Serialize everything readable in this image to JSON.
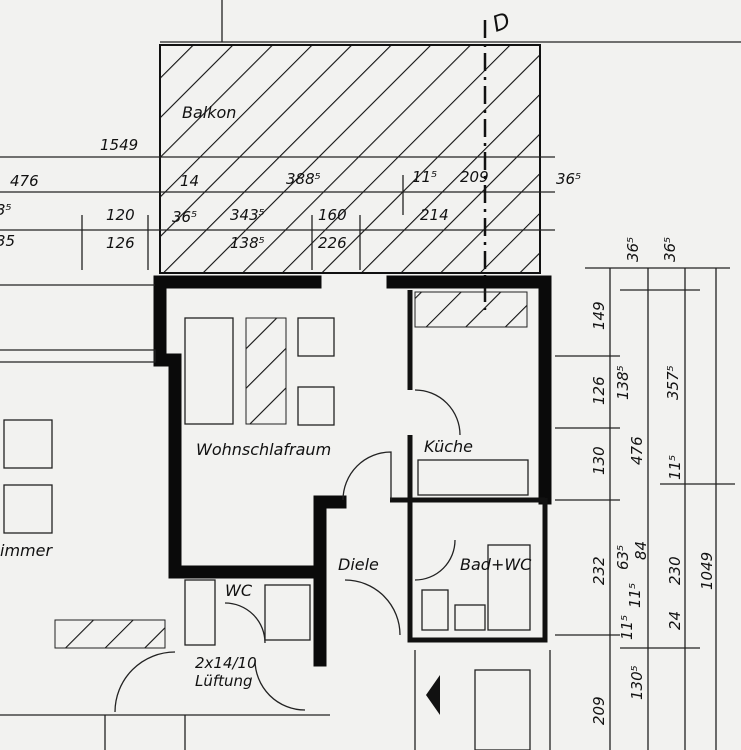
{
  "rooms": {
    "balkon": "Balkon",
    "wohnschlafraum": "Wohnschlafraum",
    "kueche": "Küche",
    "diele": "Diele",
    "bad": "Bad+WC",
    "wc": "WC",
    "lueftung_1": "2x14/10",
    "lueftung_2": "Lüftung",
    "zimmer": "immer"
  },
  "section_marker": "D",
  "dims_top": [
    "1549",
    "476",
    "388⁵",
    "11⁵",
    "209",
    "36⁵",
    "14",
    "3⁵",
    "35",
    "120",
    "126",
    "36⁵",
    "343⁵",
    "138⁵",
    "160",
    "226",
    "214"
  ],
  "dims_right": [
    "36⁵",
    "36⁵",
    "149",
    "126",
    "138⁵",
    "357⁵",
    "476",
    "130",
    "11⁵",
    "232",
    "63⁵",
    "84",
    "230",
    "1049",
    "11⁵",
    "11⁵",
    "24",
    "130⁵",
    "209"
  ],
  "colors": {
    "paper": "#f2f2f0",
    "ink": "#111111"
  }
}
